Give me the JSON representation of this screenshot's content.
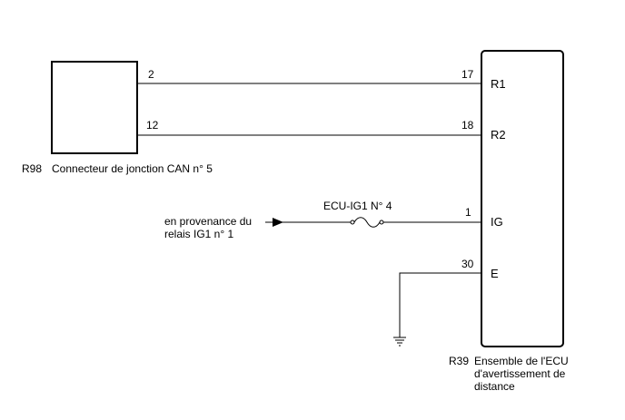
{
  "components": {
    "r98": {
      "code": "R98",
      "name": "Connecteur de jonction CAN n° 5"
    },
    "r39": {
      "code": "R39",
      "name_lines": [
        "Ensemble de l'ECU",
        "d'avertissement de",
        "distance"
      ]
    }
  },
  "wires": [
    {
      "from_pin": "2",
      "to_pin": "17",
      "to_terminal": "R1"
    },
    {
      "from_pin": "12",
      "to_pin": "18",
      "to_terminal": "R2"
    }
  ],
  "power": {
    "source_lines": [
      "en provenance du",
      "relais IG1 n° 1"
    ],
    "fuse_label": "ECU-IG1 N° 4",
    "pin": "1",
    "terminal": "IG"
  },
  "ground": {
    "pin": "30",
    "terminal": "E"
  }
}
